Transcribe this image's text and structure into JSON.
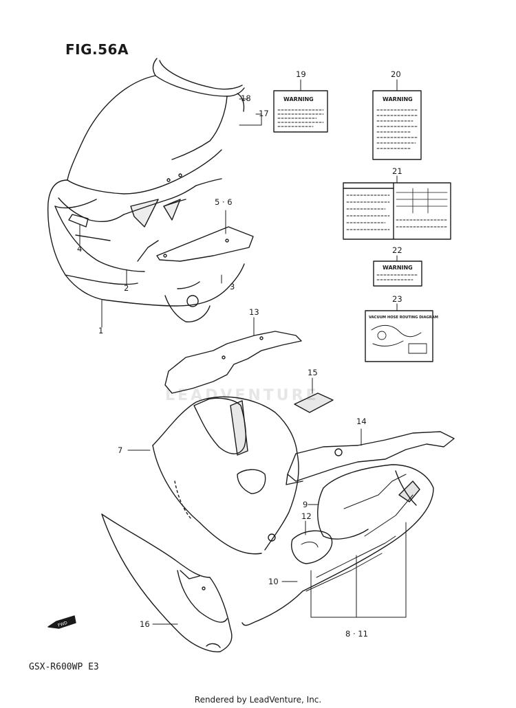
{
  "figure": {
    "title": "FIG.56A",
    "model": "GSX-R600WP  E3",
    "footer": "Rendered by LeadVenture, Inc.",
    "watermark": "LEADVENTURE",
    "fwd_label": "FWD"
  },
  "labels": {
    "warning_19": "WARNING",
    "warning_20": "WARNING",
    "warning_22": "WARNING",
    "vacuum_23": "VACUUM HOSE ROUTING DIAGRAM"
  },
  "callouts": {
    "c1": "1",
    "c2": "2",
    "c3": "3",
    "c4": "4",
    "c5_6": "5 · 6",
    "c7": "7",
    "c8_11": "8 · 11",
    "c9": "9",
    "c10": "10",
    "c12": "12",
    "c13": "13",
    "c14": "14",
    "c15": "15",
    "c16": "16",
    "c17": "17",
    "c18": "18",
    "c19": "19",
    "c20": "20",
    "c21": "21",
    "c22": "22",
    "c23": "23"
  }
}
